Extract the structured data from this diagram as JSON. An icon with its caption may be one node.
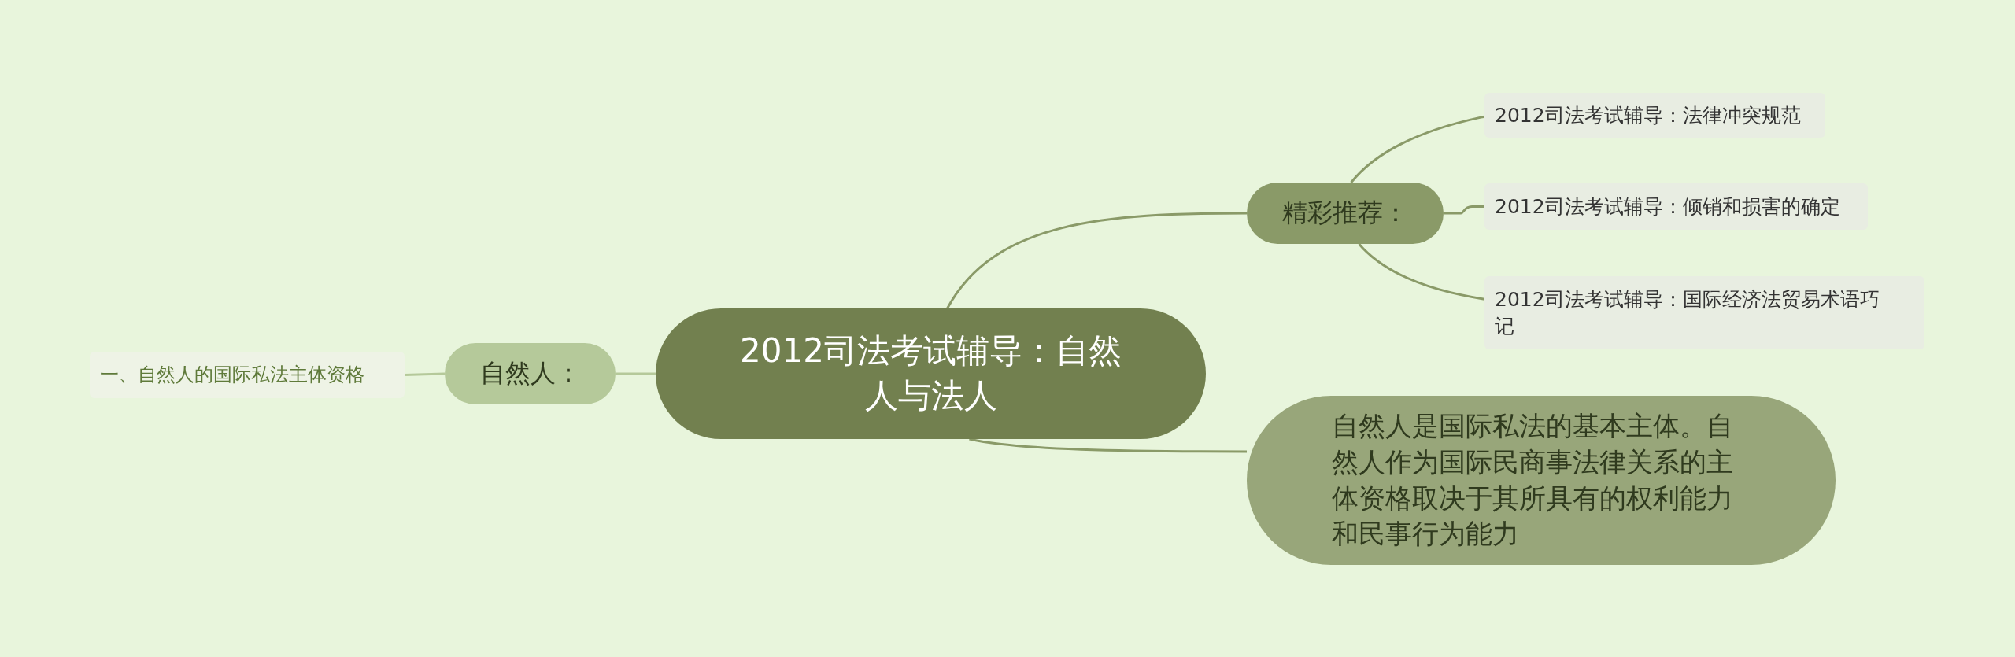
{
  "diagram": {
    "nodes": [
      {
        "text": [
          "2012司法考试辅导：自然人与法人"
        ]
      },
      {
        "text": [
          "精彩推荐："
        ]
      },
      {
        "text": [
          "2012司法考试辅导：法律冲突规范"
        ]
      },
      {
        "text": [
          "2012司法考试辅导：倾销和损害的确定"
        ]
      },
      {
        "text": [
          "2012司法考试辅导：国际经济法贸易术语巧记"
        ]
      },
      {
        "text": [
          "自然人是国际私法的基本主体。自然人作为国际民商事法律关系的主体资格取决于其所具有的权利能力和民事行为能力"
        ]
      },
      {
        "text": [
          "自然人："
        ]
      },
      {
        "text": [
          "一、自然人的国际私法主体资格"
        ]
      }
    ],
    "edges": [
      {
        "from": 0,
        "to": 1,
        "arrow": "none"
      },
      {
        "from": 1,
        "to": 2,
        "arrow": "none"
      },
      {
        "from": 1,
        "to": 3,
        "arrow": "none"
      },
      {
        "from": 1,
        "to": 4,
        "arrow": "none"
      },
      {
        "from": 0,
        "to": 5,
        "arrow": "none"
      },
      {
        "from": 0,
        "to": 6,
        "arrow": "none",
        "color": "#b5c99a"
      },
      {
        "from": 6,
        "to": 7,
        "arrow": "none",
        "color": "#b5c99a"
      }
    ]
  }
}
